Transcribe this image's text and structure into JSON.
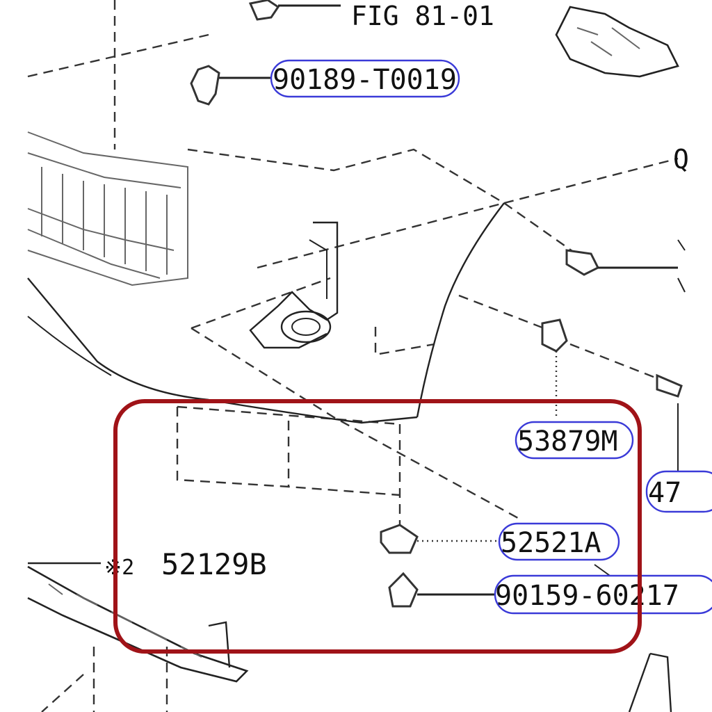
{
  "labels": {
    "fig_ref": "FIG 81-01",
    "part_90189": "90189-T0019",
    "part_53879": "53879M",
    "part_47": "47",
    "part_52521": "52521A",
    "part_90159": "90159-60217",
    "part_52129_qty": "※2",
    "part_52129": "52129B",
    "edge_q": "Q"
  },
  "colors": {
    "highlight_box": "#a01318",
    "callout_border": "#3a3ad8",
    "ink": "#111111"
  }
}
